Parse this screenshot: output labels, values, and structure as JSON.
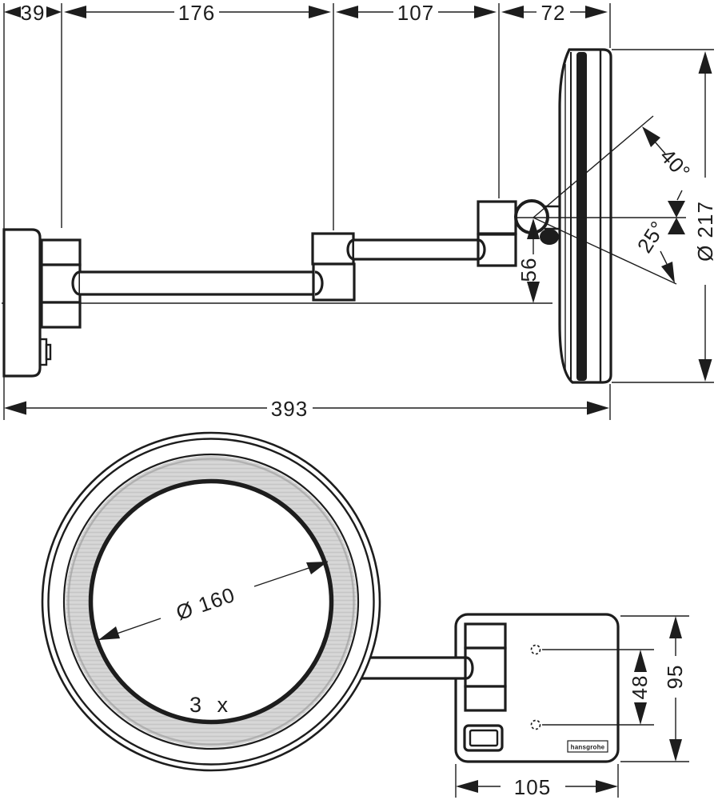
{
  "drawing": {
    "colors": {
      "ink": "#1d1d1d",
      "ring_gray": "#d2d2d2"
    },
    "side_view": {
      "dim_wall_offset": "39",
      "dim_arm1": "176",
      "dim_arm2": "107",
      "dim_head": "72",
      "dim_total_reach": "393",
      "dim_head_diameter": "Ø 217",
      "dim_pivot_offset": "56",
      "angle_tilt_up": "40°",
      "angle_tilt_down": "25°"
    },
    "front_view": {
      "dim_mirror_diameter": "Ø 160",
      "magnification": "3 x",
      "dim_hole_spacing": "48",
      "dim_plate_height": "95",
      "dim_plate_width": "105",
      "brand_logo": "hansgrohe"
    }
  }
}
